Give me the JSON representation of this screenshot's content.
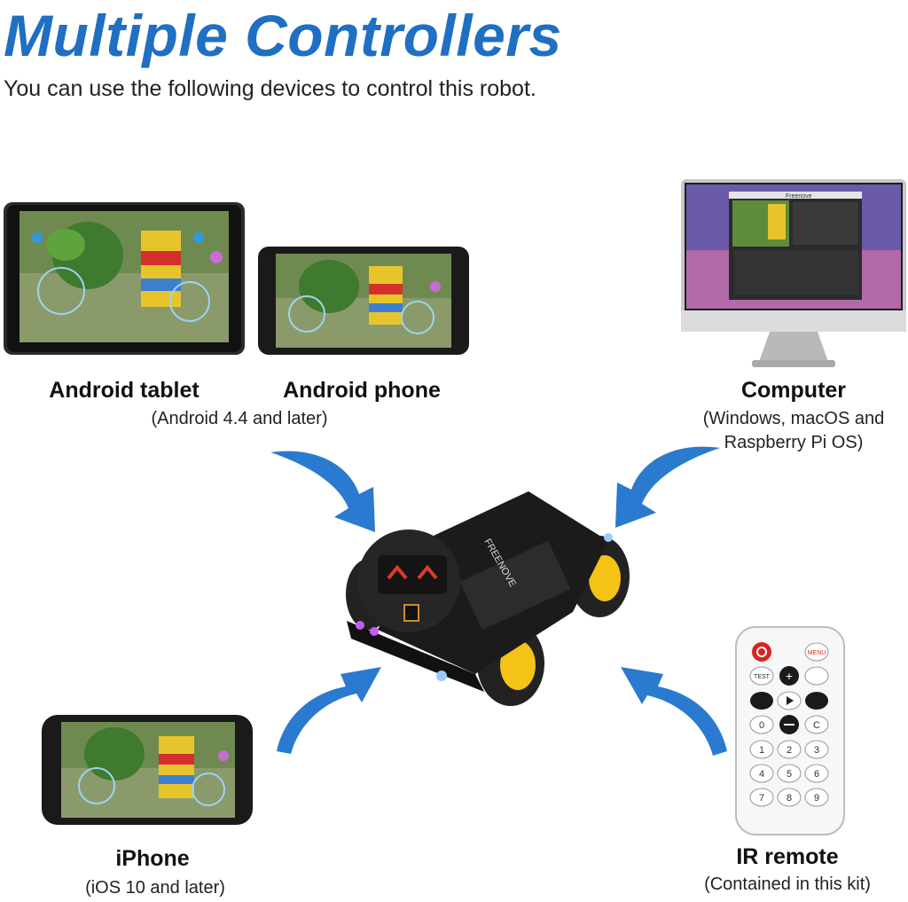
{
  "header": {
    "title": "Multiple Controllers",
    "subtitle": "You can use the following devices to control this robot."
  },
  "devices": {
    "android_tablet": {
      "label": "Android tablet"
    },
    "android_phone": {
      "label": "Android phone"
    },
    "android_note": "(Android 4.4 and later)",
    "computer": {
      "label": "Computer",
      "note_line1": "(Windows, macOS and",
      "note_line2": "Raspberry Pi OS)",
      "window_title": "Freenove"
    },
    "iphone": {
      "label": "iPhone",
      "note": "(iOS 10 and later)"
    },
    "ir_remote": {
      "label": "IR remote",
      "note": "(Contained in this kit)",
      "buttons": {
        "menu": "MENU",
        "test": "TEST",
        "c": "C",
        "d0": "0",
        "d1": "1",
        "d2": "2",
        "d3": "3",
        "d4": "4",
        "d5": "5",
        "d6": "6",
        "d7": "7",
        "d8": "8",
        "d9": "9"
      }
    }
  },
  "robot": {
    "brand": "FREENOVE"
  },
  "colors": {
    "title": "#1f6fc3",
    "arrow": "#2a7ad0",
    "chassis": "#1b1b1b",
    "wheel_hub": "#f4c316",
    "power": "#d9241e"
  }
}
